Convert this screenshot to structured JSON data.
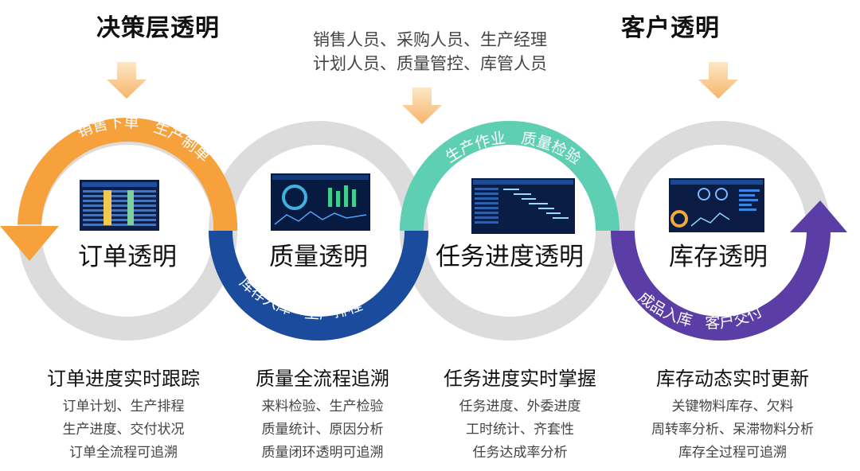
{
  "header": {
    "left_title": "决策层透明",
    "right_title": "客户透明",
    "people_line1": "销售人员、采购人员、生产经理",
    "people_line2": "计划人员、质量管控、库管人员"
  },
  "rings": [
    {
      "title": "订单透明",
      "arc_labels": [
        "销售下单",
        "生产制单"
      ],
      "arc_color": "#f7a13c"
    },
    {
      "title": "质量透明",
      "arc_labels": [
        "库存入库",
        "生产排程"
      ],
      "arc_color": "#1a4b9c"
    },
    {
      "title": "任务进度透明",
      "arc_labels": [
        "生产作业",
        "质量检验"
      ],
      "arc_color": "#5fcfb4"
    },
    {
      "title": "库存透明",
      "arc_labels": [
        "成品入库",
        "客户交付"
      ],
      "arc_color": "#5b3ea5"
    }
  ],
  "columns": [
    {
      "title": "订单进度实时跟踪",
      "lines": [
        "订单计划、生产排程",
        "生产进度、交付状况",
        "订单全流程可追溯"
      ]
    },
    {
      "title": "质量全流程追溯",
      "lines": [
        "来料检验、生产检验",
        "质量统计、原因分析",
        "质量闭环透明可追溯"
      ]
    },
    {
      "title": "任务进度实时掌握",
      "lines": [
        "任务进度、外委进度",
        "工时统计、齐套性",
        "任务达成率分析"
      ]
    },
    {
      "title": "库存动态实时更新",
      "lines": [
        "关键物料库存、欠料",
        "周转率分析、呆滞物料分析",
        "库存全过程可追溯"
      ]
    }
  ],
  "colors": {
    "ring_gray": "#dcdcdc",
    "arrow_orange": "#f7c98e"
  }
}
